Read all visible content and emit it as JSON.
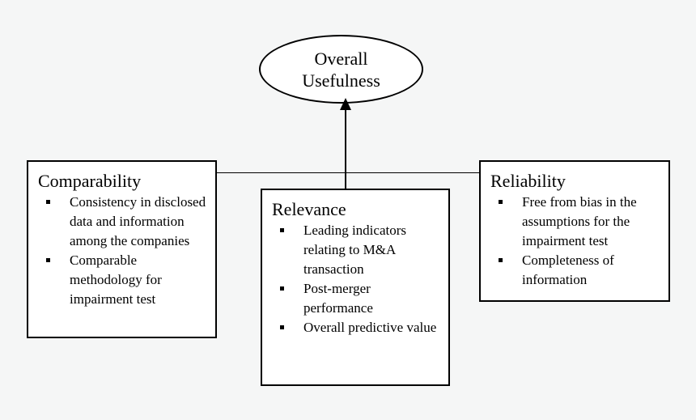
{
  "diagram": {
    "top_node": {
      "label": "Overall Usefulness"
    },
    "nodes": [
      {
        "title": "Comparability",
        "bullets": [
          "Consistency in disclosed data and information among the companies",
          "Comparable methodology for impairment test"
        ]
      },
      {
        "title": "Relevance",
        "bullets": [
          "Leading indicators relating to M&A transaction",
          "Post-merger performance",
          "Overall predictive value"
        ]
      },
      {
        "title": "Reliability",
        "bullets": [
          "Free from bias in the assumptions for the impairment test",
          "Completeness of information"
        ]
      }
    ],
    "colors": {
      "background": "#f5f6f6",
      "node_fill": "#ffffff",
      "line": "#000000"
    }
  }
}
